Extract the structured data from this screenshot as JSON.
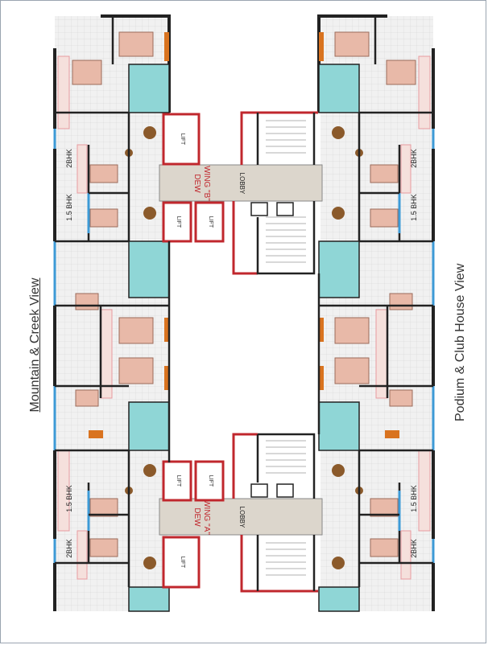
{
  "views": {
    "left": "Mountain & Creek View",
    "right": "Podium & Club House View"
  },
  "wings": {
    "top": {
      "line1": "DEW",
      "line2": "WING \"B\""
    },
    "bottom": {
      "line1": "DEW",
      "line2": "WING \"A\""
    }
  },
  "labels": {
    "lobby": "LOBBY",
    "lift": "LIFT",
    "bhk2": "2BHK",
    "bhk15": "1.5 BHK"
  },
  "colors": {
    "wall": "#222222",
    "lift_wall": "#c0272d",
    "lobby_fill": "#dcd6cc",
    "window": "#3d9ad6",
    "teal": "#5fc3c7",
    "pink": "#e79aa0",
    "tile": "#ececec",
    "wood": "#8b5a2b",
    "orange": "#d9731f"
  }
}
